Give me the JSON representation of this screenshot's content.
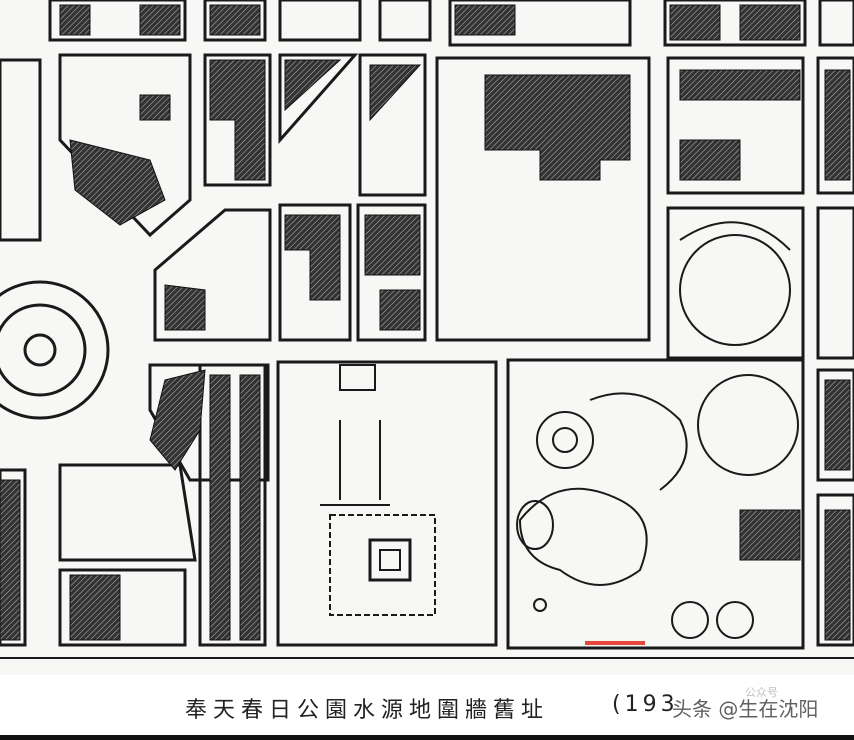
{
  "caption": "奉天春日公園水源地圍牆舊址",
  "year_fragment": "(193",
  "watermark": "头条 @生在沈阳",
  "watermark_faint": "公众号",
  "colors": {
    "ink": "#1a1a1a",
    "paper": "#f7f7f5",
    "highlight": "#e8463c"
  }
}
